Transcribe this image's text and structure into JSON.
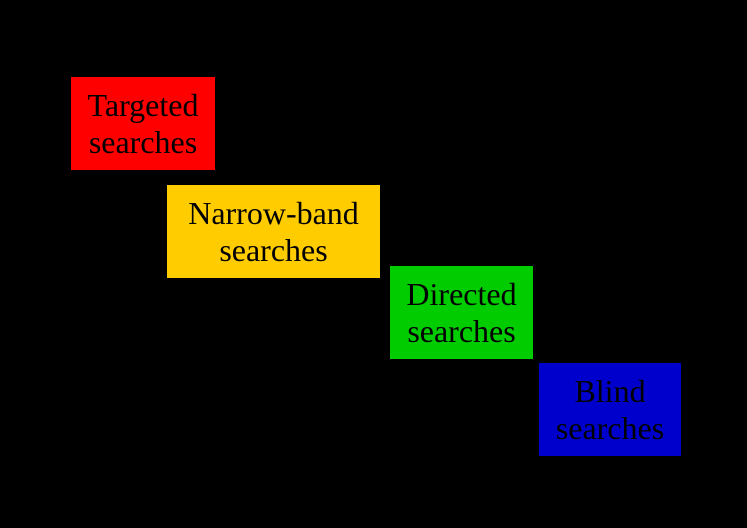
{
  "canvas": {
    "background": "#000000",
    "text_color": "#000000"
  },
  "diagram": {
    "description": "staircase of four colored search-type boxes, top-left to bottom-right",
    "boxes": [
      {
        "label": "Targeted searches",
        "line1": "Targeted",
        "line2": "searches",
        "color": "#ff0000"
      },
      {
        "label": "Narrow-band searches",
        "line1": "Narrow-band",
        "line2": "searches",
        "color": "#ffcc00"
      },
      {
        "label": "Directed searches",
        "line1": "Directed",
        "line2": "searches",
        "color": "#00cc00"
      },
      {
        "label": "Blind searches",
        "line1": "Blind",
        "line2": "searches",
        "color": "#0000cc"
      }
    ]
  }
}
